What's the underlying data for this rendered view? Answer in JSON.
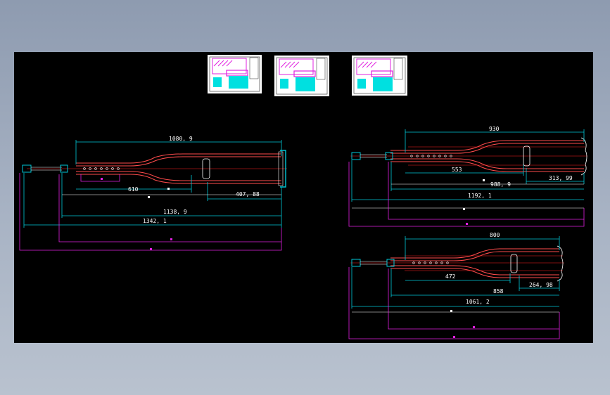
{
  "colors": {
    "background": "#000000",
    "dimension": "#00c8d8",
    "outline": "#ff4c4c",
    "centerline": "#ff2222",
    "marker": "#e020e0",
    "white": "#ffffff",
    "thumb_fill": "#00e0e0"
  },
  "drawing_left": {
    "dim_top": "1080, 9",
    "dim_610": "610",
    "dim_right": "407, 88",
    "dim_mid": "1138, 9",
    "dim_total": "1342, 1"
  },
  "drawing_top_right": {
    "dim_top": "930",
    "dim_553": "553",
    "dim_right": "313, 99",
    "dim_mid": "988, 9",
    "dim_total": "1192, 1"
  },
  "drawing_bottom_right": {
    "dim_top": "800",
    "dim_472": "472",
    "dim_right": "264, 98",
    "dim_mid": "858",
    "dim_total": "1061, 2"
  }
}
